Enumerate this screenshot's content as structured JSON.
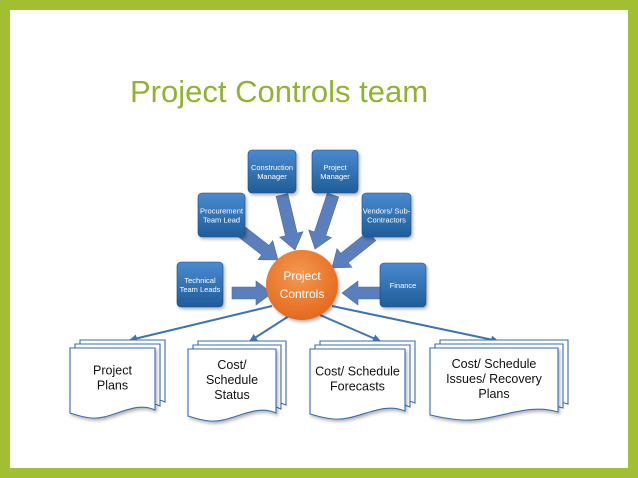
{
  "title": "Project Controls team",
  "center": [
    "Project",
    "Controls"
  ],
  "inputs": [
    {
      "lines": [
        "Technical",
        "Team Leads"
      ]
    },
    {
      "lines": [
        "Procurement",
        "Team Lead"
      ]
    },
    {
      "lines": [
        "Construction",
        "Manager"
      ]
    },
    {
      "lines": [
        "Project",
        "Manager"
      ]
    },
    {
      "lines": [
        "Vendors/ Sub-",
        "Contractors"
      ]
    },
    {
      "lines": [
        "Finance"
      ]
    }
  ],
  "outputs": [
    {
      "lines": [
        "Project",
        "Plans"
      ]
    },
    {
      "lines": [
        "Cost/",
        "Schedule",
        "Status"
      ]
    },
    {
      "lines": [
        "Cost/ Schedule",
        "Forecasts"
      ]
    },
    {
      "lines": [
        "Cost/ Schedule",
        "Issues/ Recovery",
        "Plans"
      ]
    }
  ],
  "colors": {
    "frame": "#a2bf31",
    "title": "#92b232",
    "box": "#2b6fae",
    "center": "#ef7a2a",
    "arrow": "#5579b5",
    "connector": "#3f74b3"
  }
}
